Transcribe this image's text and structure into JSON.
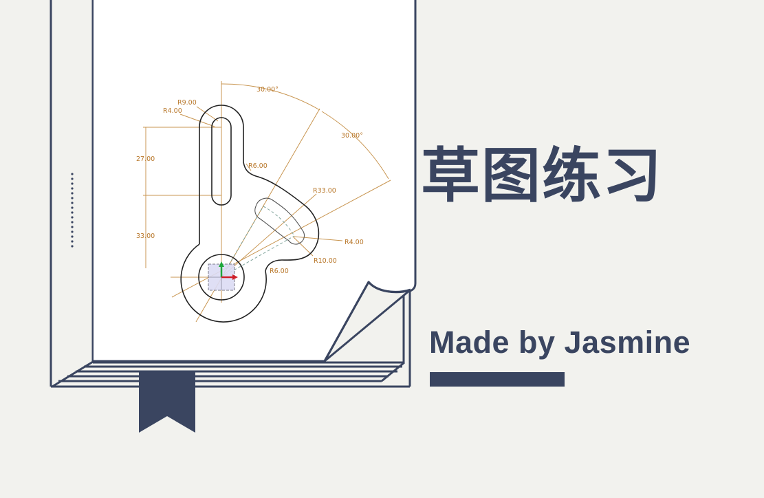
{
  "title": "草图练习",
  "byline": "Made by Jasmine",
  "colors": {
    "background": "#f2f2ee",
    "navy": "#3a4560",
    "paper": "#ffffff",
    "dimension": "#b8772a",
    "sketch_line": "#222222",
    "construction_dash": "#7fa39a",
    "axis_x": "#d0202a",
    "axis_y": "#1fa83a"
  },
  "sketch": {
    "dimensions": {
      "r_outer_slot": "R9.00",
      "r_inner_slot": "R4.00",
      "angle_top": "30.00°",
      "angle_right": "30.00°",
      "r_fillet_top": "R6.00",
      "slot_length": "27.00",
      "slot_offset": "33.00",
      "r_arc_slot": "R33.00",
      "r_arc_slot_width": "R4.00",
      "r_boss": "R10.00",
      "r_fillet_bottom": "R6.00"
    }
  }
}
